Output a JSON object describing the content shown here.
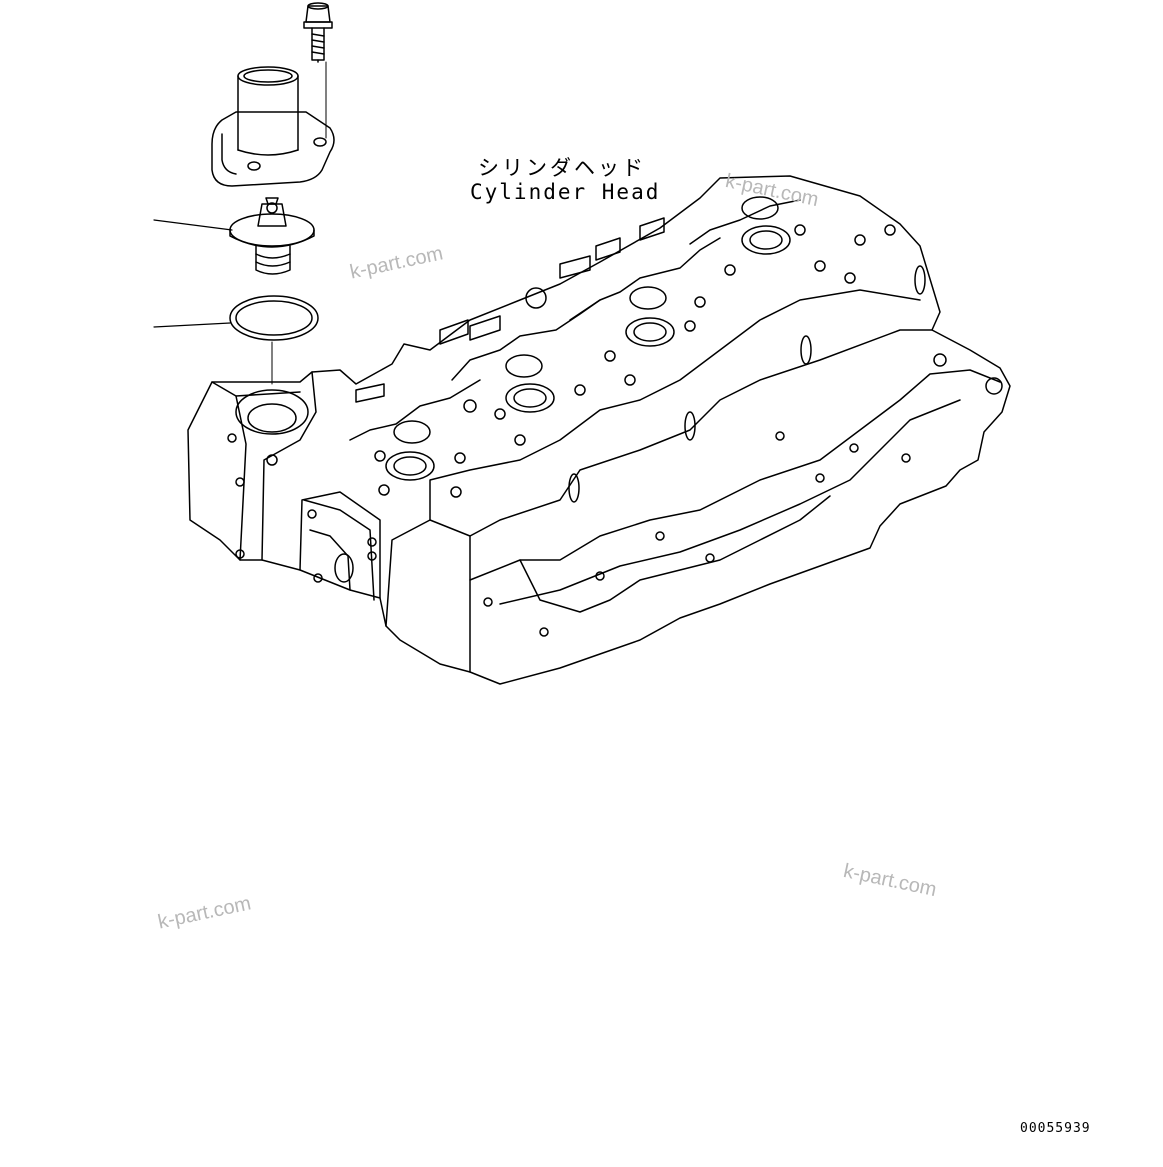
{
  "diagram": {
    "label_japanese": "シリンダヘッド",
    "label_english": "Cylinder Head",
    "drawing_id": "00055939",
    "watermark": "k-part.com"
  },
  "parts": [
    {
      "icon": "bolt-icon"
    },
    {
      "icon": "water-outlet-housing-icon"
    },
    {
      "icon": "thermostat-icon"
    },
    {
      "icon": "o-ring-seal-icon"
    },
    {
      "icon": "cylinder-head-icon"
    }
  ],
  "colors": {
    "line": "#000000",
    "background": "#ffffff",
    "watermark": "#b8b8b8"
  }
}
